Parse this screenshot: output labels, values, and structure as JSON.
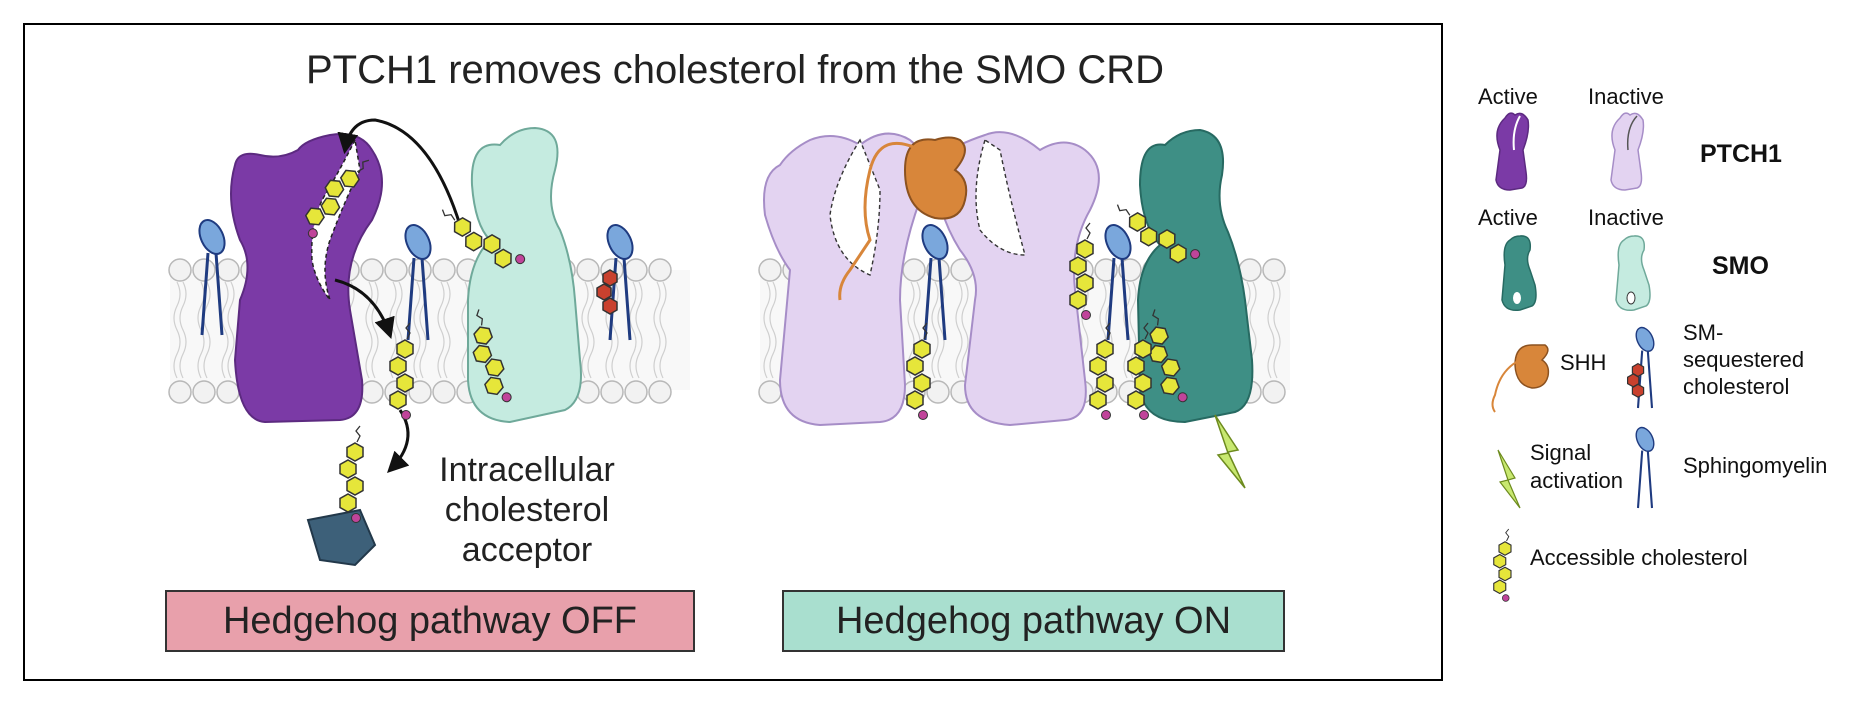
{
  "title": "PTCH1 removes cholesterol from the SMO CRD",
  "acceptor_label": "Intracellular cholesterol acceptor",
  "pathway_off": "Hedgehog pathway OFF",
  "pathway_on": "Hedgehog pathway ON",
  "colors": {
    "ptch1_active": "#7b3aa6",
    "ptch1_inactive": "#e3d3f1",
    "smo_active": "#3e8f85",
    "smo_inactive": "#c5ebe0",
    "shh": "#d8863a",
    "cholesterol": "#e6e63a",
    "sm_cholesterol": "#c9412e",
    "sphingomyelin_head": "#7aa7dc",
    "acceptor": "#3d6079",
    "off_box": "#e8a0ab",
    "on_box": "#a9dfcf"
  },
  "legend": {
    "active_label_1": "Active",
    "inactive_label_1": "Inactive",
    "ptch1_label": "PTCH1",
    "active_label_2": "Active",
    "inactive_label_2": "Inactive",
    "smo_label": "SMO",
    "shh_label": "SHH",
    "sm_cholesterol_label_1": "SM-",
    "sm_cholesterol_label_2": "sequestered",
    "sm_cholesterol_label_3": "cholesterol",
    "signal_label_1": "Signal",
    "signal_label_2": "activation",
    "sphingomyelin_label": "Sphingomyelin",
    "accessible_cholesterol_label": "Accessible cholesterol"
  }
}
